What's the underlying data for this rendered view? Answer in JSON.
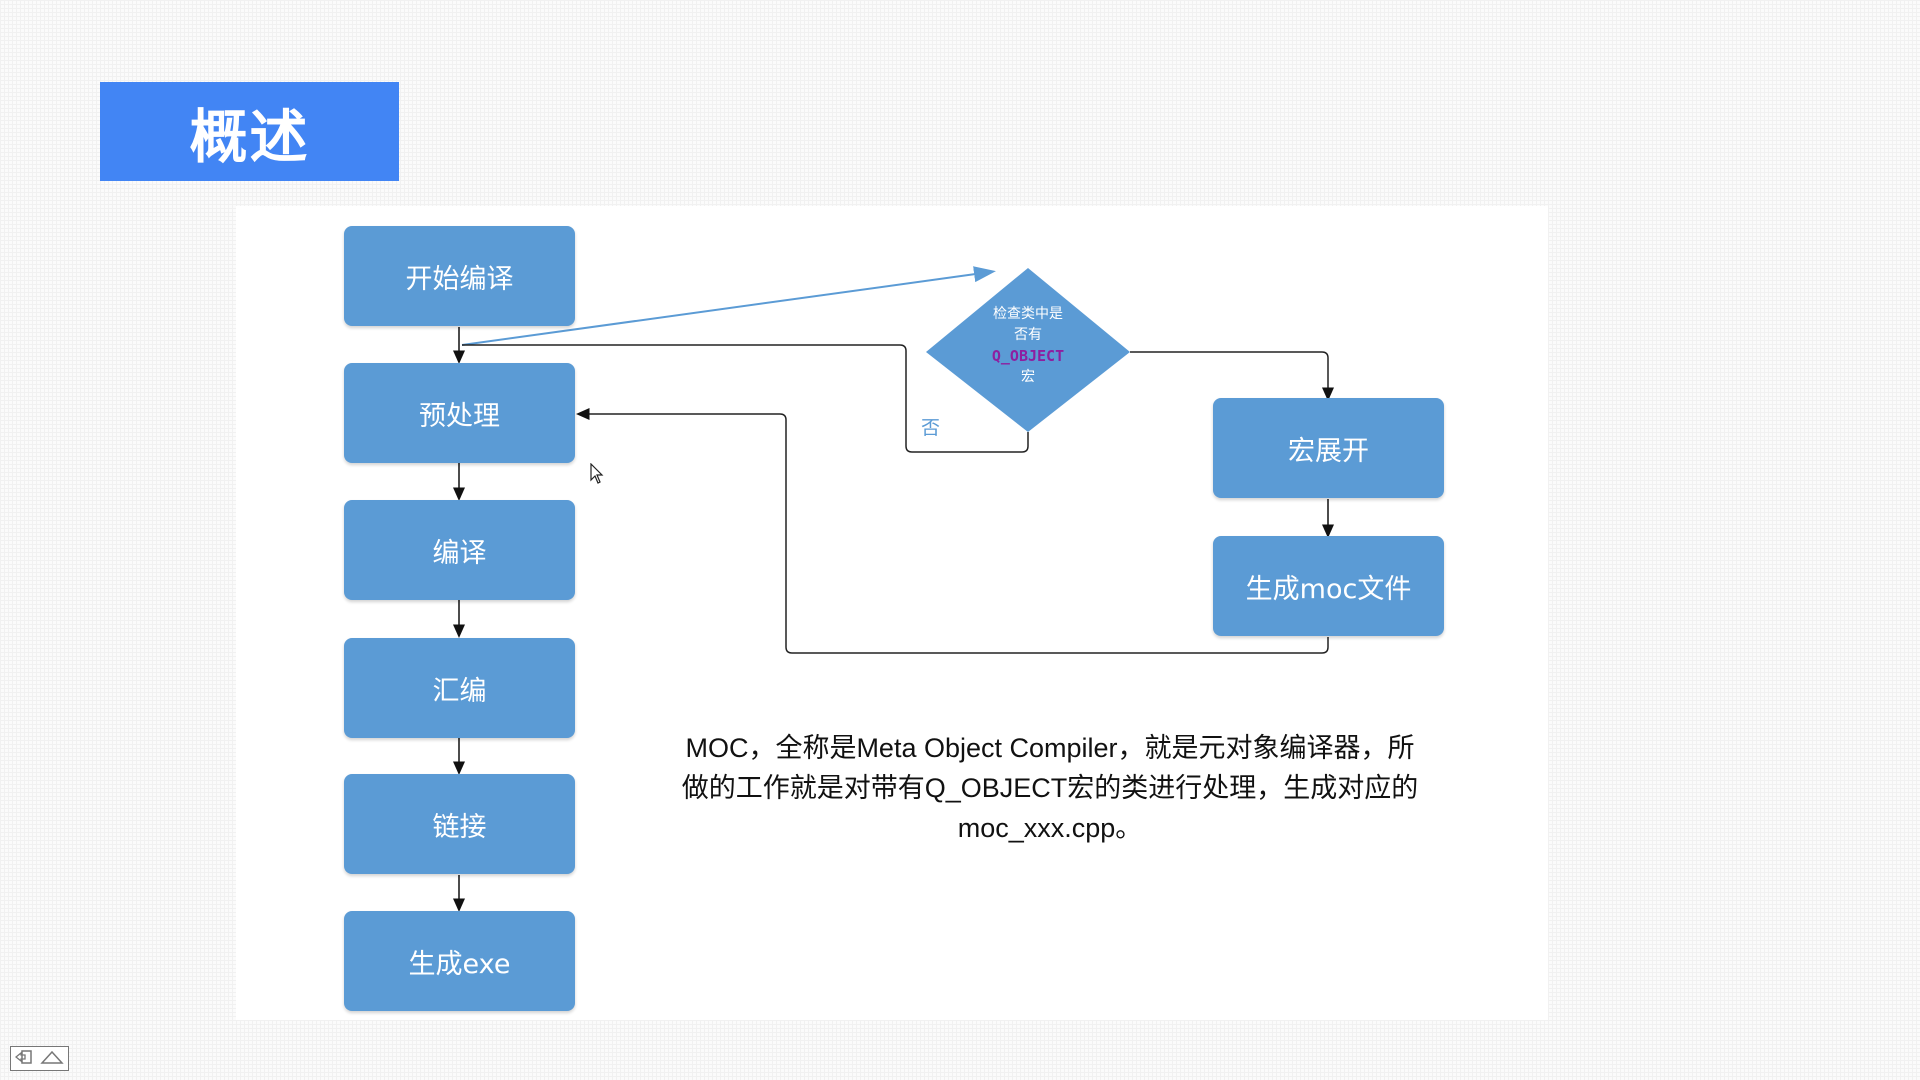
{
  "slide": {
    "title": "概述"
  },
  "flowchart": {
    "main_steps": [
      {
        "id": "start-compile",
        "label": "开始编译"
      },
      {
        "id": "preprocess",
        "label": "预处理"
      },
      {
        "id": "compile",
        "label": "编译"
      },
      {
        "id": "assemble",
        "label": "汇编"
      },
      {
        "id": "link",
        "label": "链接"
      },
      {
        "id": "generate-exe",
        "label": "生成exe"
      }
    ],
    "decision": {
      "line1": "检查类中是",
      "line2": "否有",
      "keyword": "Q_OBJECT",
      "line3": "宏",
      "no_label": "否"
    },
    "moc_steps": [
      {
        "id": "macro-expand",
        "label": "宏展开"
      },
      {
        "id": "generate-moc",
        "label": "生成moc文件"
      }
    ]
  },
  "description": {
    "line1": "MOC，全称是Meta Object Compiler，就是元对象编译器，所",
    "line2": "做的工作就是对带有Q_OBJECT宏的类进行处理，生成对应的",
    "line3": "moc_xxx.cpp。"
  },
  "colors": {
    "title_bg": "#4285f4",
    "node_fill": "#5b9bd5",
    "keyword": "#8e1fa0"
  }
}
